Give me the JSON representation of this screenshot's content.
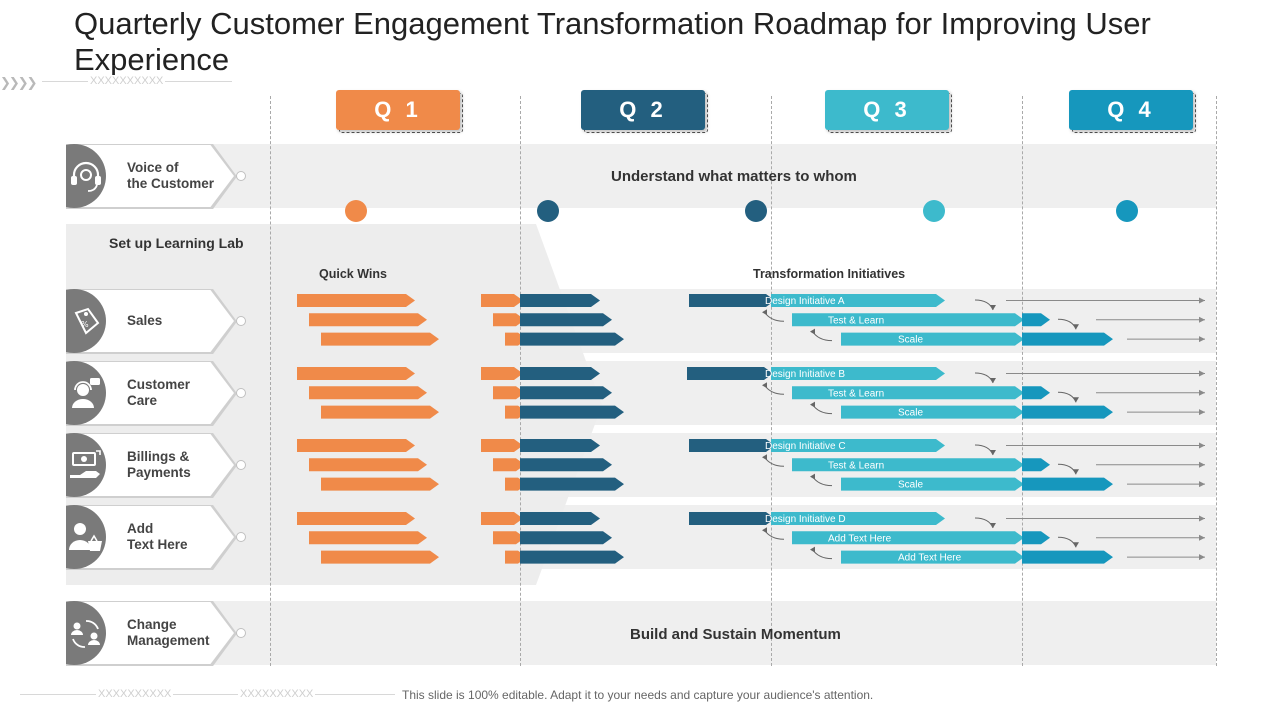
{
  "title": "Quarterly Customer Engagement Transformation Roadmap for Improving User Experience",
  "header_placeholder": "XXXXXXXXXX",
  "footer": {
    "placeholders": [
      "XXXXXXXXXX",
      "XXXXXXXXXX"
    ],
    "note": "This slide is 100% editable. Adapt it to your needs and capture your audience's attention."
  },
  "colors": {
    "orange": "#F08A49",
    "navy": "#235F7F",
    "teal": "#3DBACC",
    "blue": "#1697BD",
    "gray_icon": "#7A7A7A",
    "band": "#EFEFEF"
  },
  "quarters": [
    {
      "label": "Q 1",
      "color": "#F08A49"
    },
    {
      "label": "Q 2",
      "color": "#235F7F"
    },
    {
      "label": "Q 3",
      "color": "#3DBACC"
    },
    {
      "label": "Q 4",
      "color": "#1697BD"
    }
  ],
  "rows": [
    {
      "label": "Voice of\nthe Customer",
      "icon": "headset-icon"
    },
    {
      "label": "Sales",
      "icon": "price-tag-icon"
    },
    {
      "label": "Customer\nCare",
      "icon": "support-agent-icon"
    },
    {
      "label": "Billings &\nPayments",
      "icon": "money-hand-icon"
    },
    {
      "label": "Add\nText Here",
      "icon": "user-basket-icon"
    },
    {
      "label": "Change\nManagement",
      "icon": "team-cycle-icon"
    }
  ],
  "labels": {
    "understand": "Understand what matters to whom",
    "learning_lab": "Set up Learning Lab",
    "quick_wins": "Quick Wins",
    "transformation": "Transformation Initiatives",
    "build": "Build and Sustain Momentum"
  },
  "initiatives": [
    {
      "design": "Design Initiative  A",
      "test": "Test & Learn",
      "scale": "Scale"
    },
    {
      "design": "Design Initiative  B",
      "test": "Test & Learn",
      "scale": "Scale"
    },
    {
      "design": "Design Initiative  C",
      "test": "Test & Learn",
      "scale": "Scale"
    },
    {
      "design": "Design Initiative  D",
      "test": "Add Text Here",
      "scale": "Add Text Here"
    }
  ]
}
